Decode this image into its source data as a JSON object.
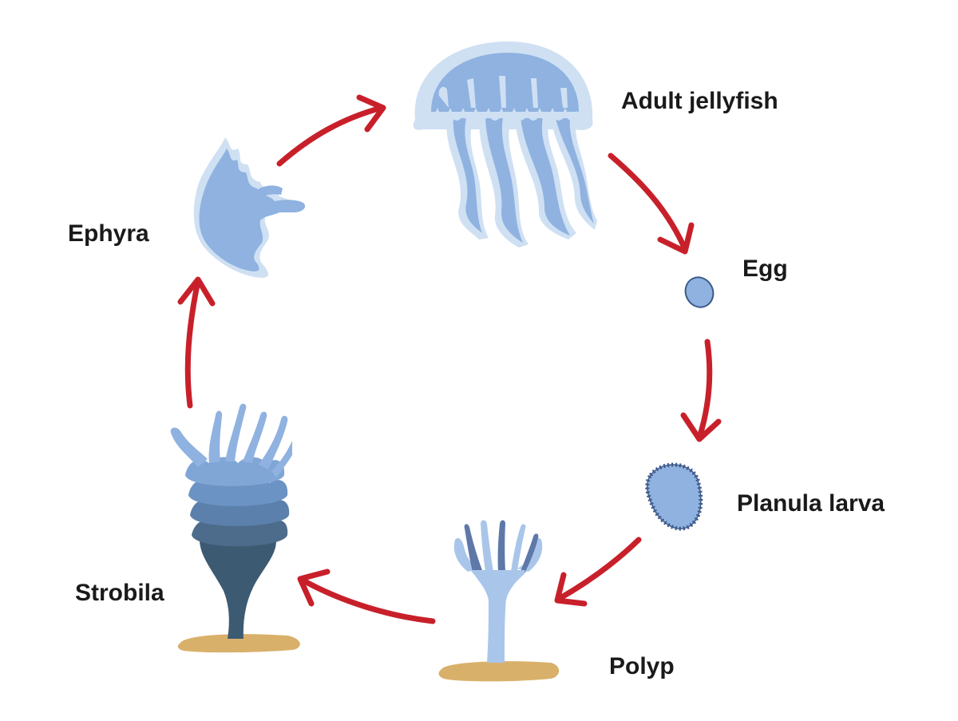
{
  "diagram": {
    "stages": {
      "adult": "Adult jellyfish",
      "egg": "Egg",
      "planula": "Planula larva",
      "polyp": "Polyp",
      "strobila": "Strobila",
      "ephyra": "Ephyra"
    },
    "cycle_order": [
      "Adult jellyfish",
      "Egg",
      "Planula larva",
      "Polyp",
      "Strobila",
      "Ephyra"
    ],
    "colors": {
      "arrow": "#c8202a",
      "body_light": "#cfe0f3",
      "body_mid": "#8fb2e0",
      "body_dark": "#5e86c4",
      "strobila_dark": "#3d5a73",
      "sand": "#d9b06a"
    }
  }
}
